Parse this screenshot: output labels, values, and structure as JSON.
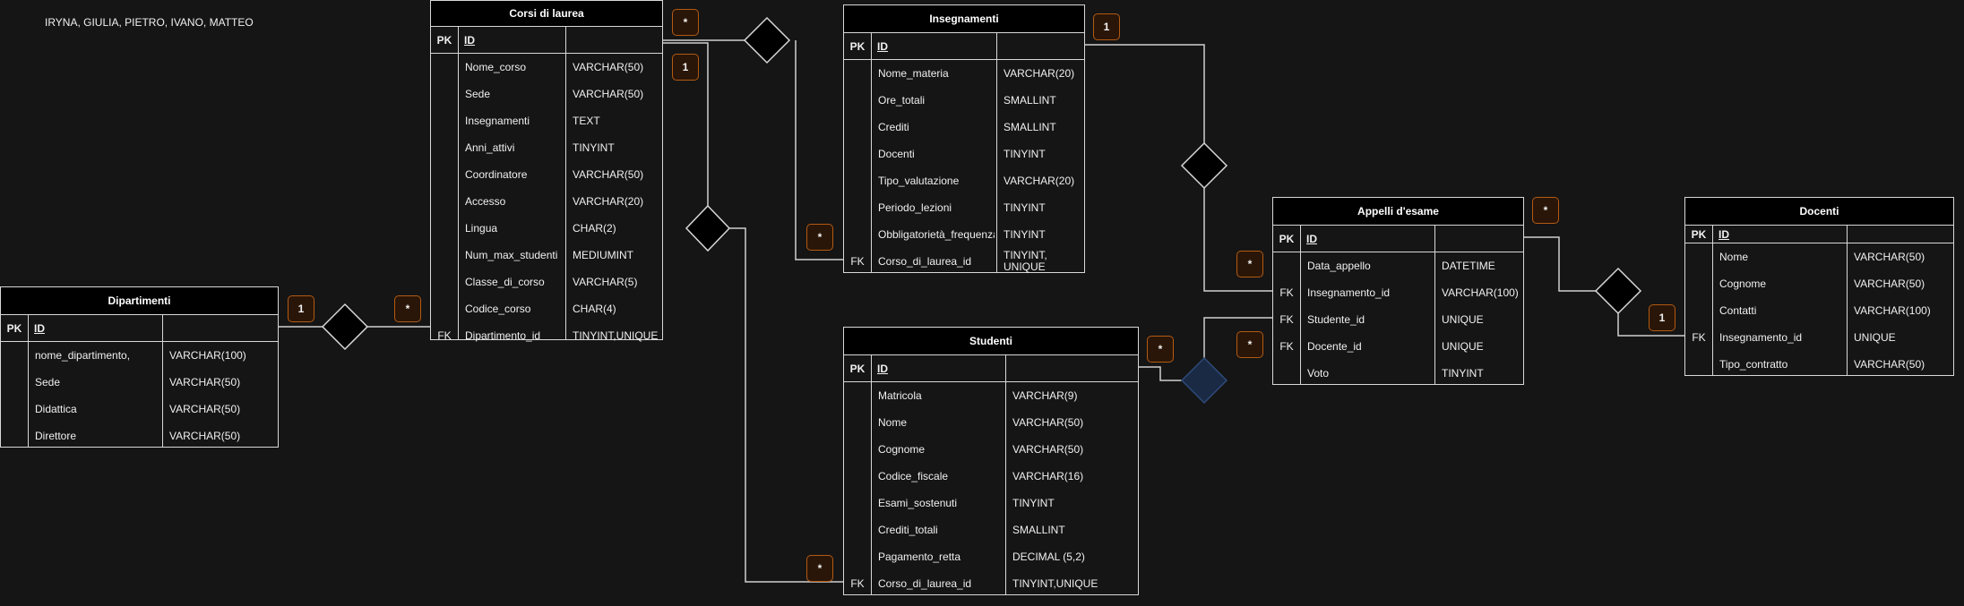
{
  "authors": "IRYNA, GIULIA, PIETRO, IVANO, MATTEO",
  "entities": {
    "dipartimenti": {
      "title": "Dipartimenti",
      "pk": {
        "key": "PK",
        "name": "ID"
      },
      "fields": [
        {
          "key": "",
          "name": "nome_dipartimento,",
          "type": "VARCHAR(100)"
        },
        {
          "key": "",
          "name": "Sede",
          "type": "VARCHAR(50)"
        },
        {
          "key": "",
          "name": "Didattica",
          "type": "VARCHAR(50)"
        },
        {
          "key": "",
          "name": "Direttore",
          "type": "VARCHAR(50)"
        }
      ]
    },
    "corsi": {
      "title": "Corsi  di laurea",
      "pk": {
        "key": "PK",
        "name": "ID"
      },
      "fields": [
        {
          "key": "",
          "name": "Nome_corso",
          "type": "VARCHAR(50)"
        },
        {
          "key": "",
          "name": "Sede",
          "type": "VARCHAR(50)"
        },
        {
          "key": "",
          "name": "Insegnamenti",
          "type": "TEXT"
        },
        {
          "key": "",
          "name": "Anni_attivi",
          "type": "TINYINT"
        },
        {
          "key": "",
          "name": "Coordinatore",
          "type": "VARCHAR(50)"
        },
        {
          "key": "",
          "name": "Accesso",
          "type": "VARCHAR(20)"
        },
        {
          "key": "",
          "name": "Lingua",
          "type": "CHAR(2)"
        },
        {
          "key": "",
          "name": "Num_max_studenti",
          "type": "MEDIUMINT"
        },
        {
          "key": "",
          "name": "Classe_di_corso",
          "type": "VARCHAR(5)"
        },
        {
          "key": "",
          "name": "Codice_corso",
          "type": "CHAR(4)"
        },
        {
          "key": "FK",
          "name": "Dipartimento_id",
          "type": "TINYINT,UNIQUE"
        }
      ]
    },
    "insegnamenti": {
      "title": "Insegnamenti",
      "pk": {
        "key": "PK",
        "name": "ID"
      },
      "fields": [
        {
          "key": "",
          "name": "Nome_materia",
          "type": "VARCHAR(20)"
        },
        {
          "key": "",
          "name": "Ore_totali",
          "type": "SMALLINT"
        },
        {
          "key": "",
          "name": "Crediti",
          "type": "SMALLINT"
        },
        {
          "key": "",
          "name": "Docenti",
          "type": "TINYINT"
        },
        {
          "key": "",
          "name": "Tipo_valutazione",
          "type": "VARCHAR(20)"
        },
        {
          "key": "",
          "name": "Periodo_lezioni",
          "type": "TINYINT"
        },
        {
          "key": "",
          "name": "Obbligatorietà_frequenza",
          "type": "TINYINT"
        },
        {
          "key": "FK",
          "name": "Corso_di_laurea_id",
          "type": "TINYINT, UNIQUE"
        }
      ]
    },
    "studenti": {
      "title": "Studenti",
      "pk": {
        "key": "PK",
        "name": "ID"
      },
      "fields": [
        {
          "key": "",
          "name": "Matricola",
          "type": "VARCHAR(9)"
        },
        {
          "key": "",
          "name": "Nome",
          "type": "VARCHAR(50)"
        },
        {
          "key": "",
          "name": "Cognome",
          "type": "VARCHAR(50)"
        },
        {
          "key": "",
          "name": "Codice_fiscale",
          "type": "VARCHAR(16)"
        },
        {
          "key": "",
          "name": "Esami_sostenuti",
          "type": "TINYINT"
        },
        {
          "key": "",
          "name": "Crediti_totali",
          "type": "SMALLINT"
        },
        {
          "key": "",
          "name": "Pagamento_retta",
          "type": "DECIMAL (5,2)"
        },
        {
          "key": "FK",
          "name": "Corso_di_laurea_id",
          "type": "TINYINT,UNIQUE"
        }
      ]
    },
    "appelli": {
      "title": "Appelli d'esame",
      "pk": {
        "key": "PK",
        "name": "ID"
      },
      "fields": [
        {
          "key": "",
          "name": "Data_appello",
          "type": "DATETIME"
        },
        {
          "key": "FK",
          "name": "Insegnamento_id",
          "type": "VARCHAR(100)"
        },
        {
          "key": "FK",
          "name": "Studente_id",
          "type": "UNIQUE"
        },
        {
          "key": "FK",
          "name": "Docente_id",
          "type": "UNIQUE"
        },
        {
          "key": "",
          "name": "Voto",
          "type": "TINYINT"
        }
      ]
    },
    "docenti": {
      "title": "Docenti",
      "pk": {
        "key": "PK",
        "name": "ID"
      },
      "fields": [
        {
          "key": "",
          "name": "Nome",
          "type": "VARCHAR(50)"
        },
        {
          "key": "",
          "name": "Cognome",
          "type": "VARCHAR(50)"
        },
        {
          "key": "",
          "name": "Contatti",
          "type": "VARCHAR(100)"
        },
        {
          "key": "FK",
          "name": "Insegnamento_id",
          "type": "UNIQUE"
        },
        {
          "key": "",
          "name": "Tipo_contratto",
          "type": "VARCHAR(50)"
        }
      ]
    }
  },
  "badges": {
    "dip_one": "1",
    "corsi_many_dip": "*",
    "corsi_many_top": "*",
    "corsi_one_top": "1",
    "ins_many_corsi": "*",
    "ins_one_top": "1",
    "stud_many_corsi": "*",
    "stud_many_app": "*",
    "app_many_top": "*",
    "app_many_ins": "*",
    "app_many_stud": "*",
    "doc_one": "1"
  },
  "colors": {
    "background": "#151515",
    "border": "#d8d8d8",
    "header": "#000000",
    "badge_fill": "#2a1608",
    "badge_border": "#b35a12",
    "selected_diamond": "#1a2a44"
  }
}
